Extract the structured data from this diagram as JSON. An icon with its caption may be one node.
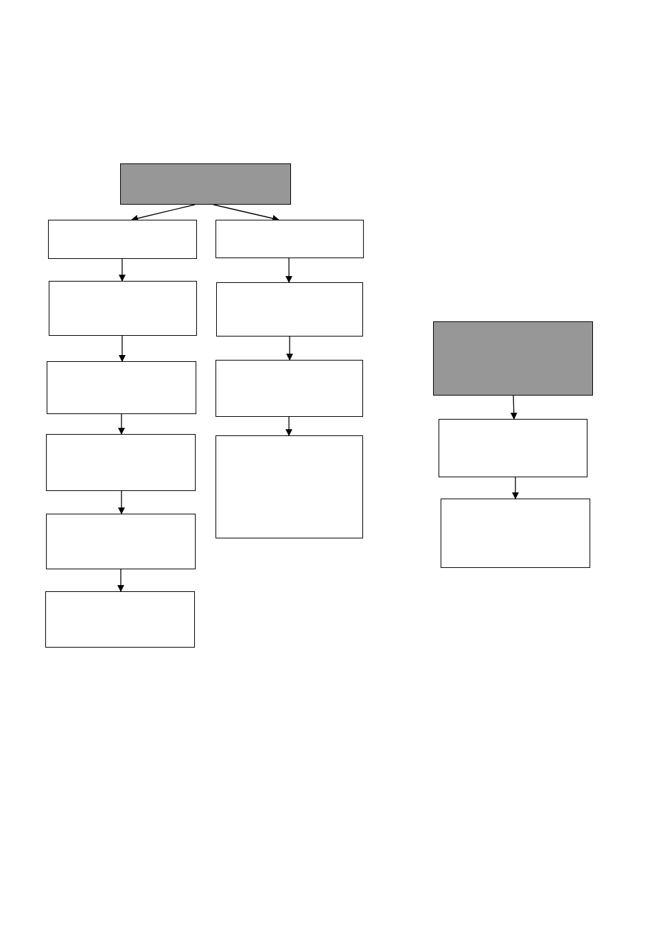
{
  "diagram": {
    "nodes": [
      {
        "text": [],
        "shape": "box"
      },
      {
        "text": [],
        "shape": "box"
      },
      {
        "text": [],
        "shape": "box"
      },
      {
        "text": [],
        "shape": "box"
      },
      {
        "text": [],
        "shape": "box"
      },
      {
        "text": [],
        "shape": "box"
      },
      {
        "text": [],
        "shape": "box"
      },
      {
        "text": [],
        "shape": "box"
      },
      {
        "text": [],
        "shape": "box"
      },
      {
        "text": [],
        "shape": "box"
      },
      {
        "text": [],
        "shape": "box"
      },
      {
        "text": [],
        "shape": "box"
      },
      {
        "text": [],
        "shape": "box"
      },
      {
        "text": [],
        "shape": "box"
      }
    ],
    "edges": [
      {
        "from": 0,
        "to": 1,
        "arrow": "to"
      },
      {
        "from": 0,
        "to": 7,
        "arrow": "to"
      },
      {
        "from": 1,
        "to": 2,
        "arrow": "to"
      },
      {
        "from": 2,
        "to": 3,
        "arrow": "to"
      },
      {
        "from": 3,
        "to": 4,
        "arrow": "to"
      },
      {
        "from": 4,
        "to": 5,
        "arrow": "to"
      },
      {
        "from": 5,
        "to": 6,
        "arrow": "to"
      },
      {
        "from": 7,
        "to": 8,
        "arrow": "to"
      },
      {
        "from": 8,
        "to": 9,
        "arrow": "to"
      },
      {
        "from": 9,
        "to": 10,
        "arrow": "to"
      },
      {
        "from": 11,
        "to": 12,
        "arrow": "to"
      },
      {
        "from": 12,
        "to": 13,
        "arrow": "to"
      }
    ]
  }
}
